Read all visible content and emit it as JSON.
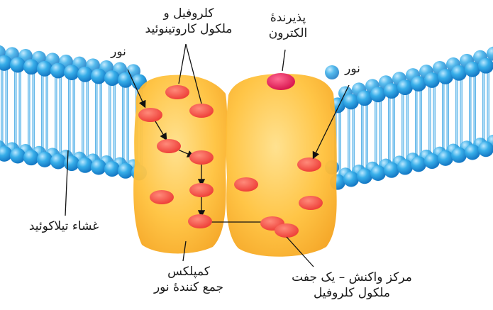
{
  "labels": {
    "light_left": "نور",
    "chlorophyll_line1": "کلروفیل و",
    "chlorophyll_line2": "ملکول کاروتینوئید",
    "acceptor_line1": "پذیرندهٔ",
    "acceptor_line2": "الکترون",
    "light_right": "نور",
    "thylakoid": "غشاء تیلاکوئید",
    "complex_line1": "کمپلکس",
    "complex_line2": "جمع کنندهٔ نور",
    "reaction_line1": "مرکز واکنش – یک جفت",
    "reaction_line2": "ملکول کلروفیل"
  },
  "colors": {
    "lipid_head": "#2fa3e6",
    "lipid_head_light": "#7fd0fb",
    "lipid_tail": "#5cb8ea",
    "complex_body": "#ffc03a",
    "complex_light": "#ffe48a",
    "pigment": "#f2534a",
    "acceptor": "#e8265a"
  }
}
